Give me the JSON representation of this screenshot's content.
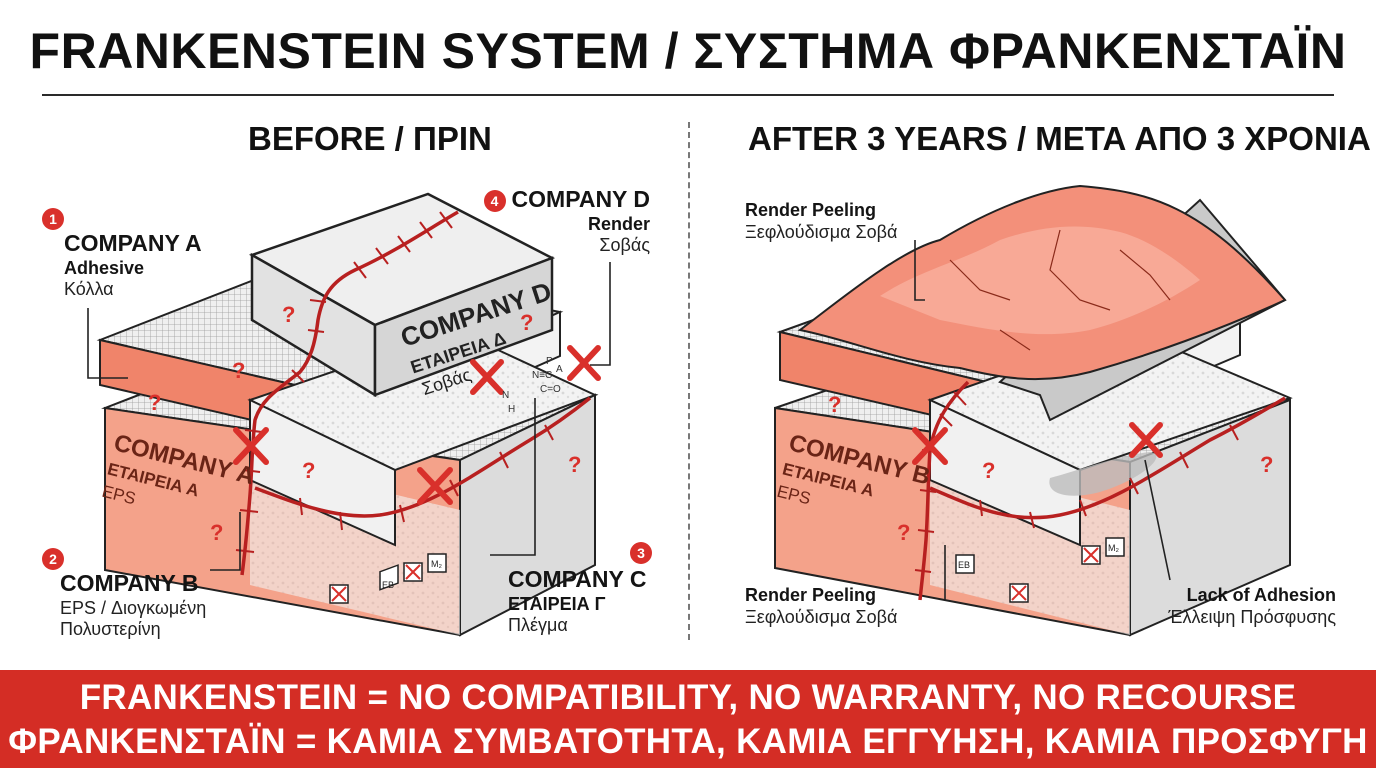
{
  "title": "FRANKENSTEIN SYSTEM / ΣΥΣΤΗΜΑ ΦΡΑΝΚΕΝΣΤΑΪΝ",
  "before": {
    "heading": "BEFORE / ΠΡΙΝ",
    "company_a": {
      "badge": "1",
      "name": "COMPANY A",
      "role": "Adhesive",
      "role_gr": "Κόλλα"
    },
    "company_b": {
      "badge": "2",
      "name": "COMPANY B",
      "role_gr_1": "EPS / Διογκωμένη",
      "role_gr_2": "Πολυστερίνη"
    },
    "company_c": {
      "badge": "3",
      "name": "COMPANY C",
      "name_gr": "ΕΤΑΙΡΕΙΑ Γ",
      "role_gr": "Πλέγμα"
    },
    "company_d": {
      "badge": "4",
      "name": "COMPANY D",
      "role": "Render",
      "role_gr": "Σοβάς"
    },
    "top_block": {
      "name": "COMPANY D",
      "name_gr": "ΕΤΑΙΡΕΙΑ Δ",
      "role_gr": "Σοβάς"
    },
    "side_block": {
      "name": "COMPANY A",
      "name_gr": "ΕΤΑΙΡΕΙΑ Α",
      "material": "EPS"
    },
    "chem_labels": [
      "N≡C",
      "C=O",
      "H",
      "N",
      "A",
      "P"
    ],
    "symbols": [
      "EB",
      "M₂"
    ],
    "question_mark": "?"
  },
  "after": {
    "heading": "AFTER 3 YEARS / ΜΕΤΑ ΑΠΟ 3 ΧΡΟΝΙΑ",
    "render_peeling_top": {
      "name": "Render Peeling",
      "name_gr": "Ξεφλούδισμα Σοβά"
    },
    "render_peeling_bottom": {
      "name": "Render Peeling",
      "name_gr": "Ξεφλούδισμα Σοβά"
    },
    "lack_adhesion": {
      "name": "Lack of Adhesion",
      "name_gr": "Έλλειψη Πρόσφυσης"
    },
    "side_block": {
      "name": "COMPANY B",
      "name_gr": "ΕΤΑΙΡΕΙΑ Α",
      "material": "EPS"
    },
    "symbols": [
      "EB",
      "M₂"
    ]
  },
  "banner": {
    "line1": "FRANKENSTEIN = NO COMPATIBILITY, NO WARRANTY, NO RECOURSE",
    "line2": "ΦΡΑΝΚΕΝΣΤΑΪΝ = ΚΑΜΙΑ ΣΥΜΒΑΤΟΤΗΤΑ, ΚΑΜΙΑ ΕΓΓΥΗΣΗ, ΚΑΜΙΑ ΠΡΟΣΦΥΓΗ"
  },
  "colors": {
    "accent_red": "#d42d25",
    "salmon": "#f0846a",
    "grey_block": "#e6e6e6",
    "dark": "#141414"
  },
  "icons": [
    "warning-x-icon",
    "stitch-seam-icon",
    "question-mark-icon",
    "mesh-grid-icon",
    "peeling-render-icon",
    "umbrella-icon",
    "flask-icon",
    "cross-box-icon"
  ]
}
